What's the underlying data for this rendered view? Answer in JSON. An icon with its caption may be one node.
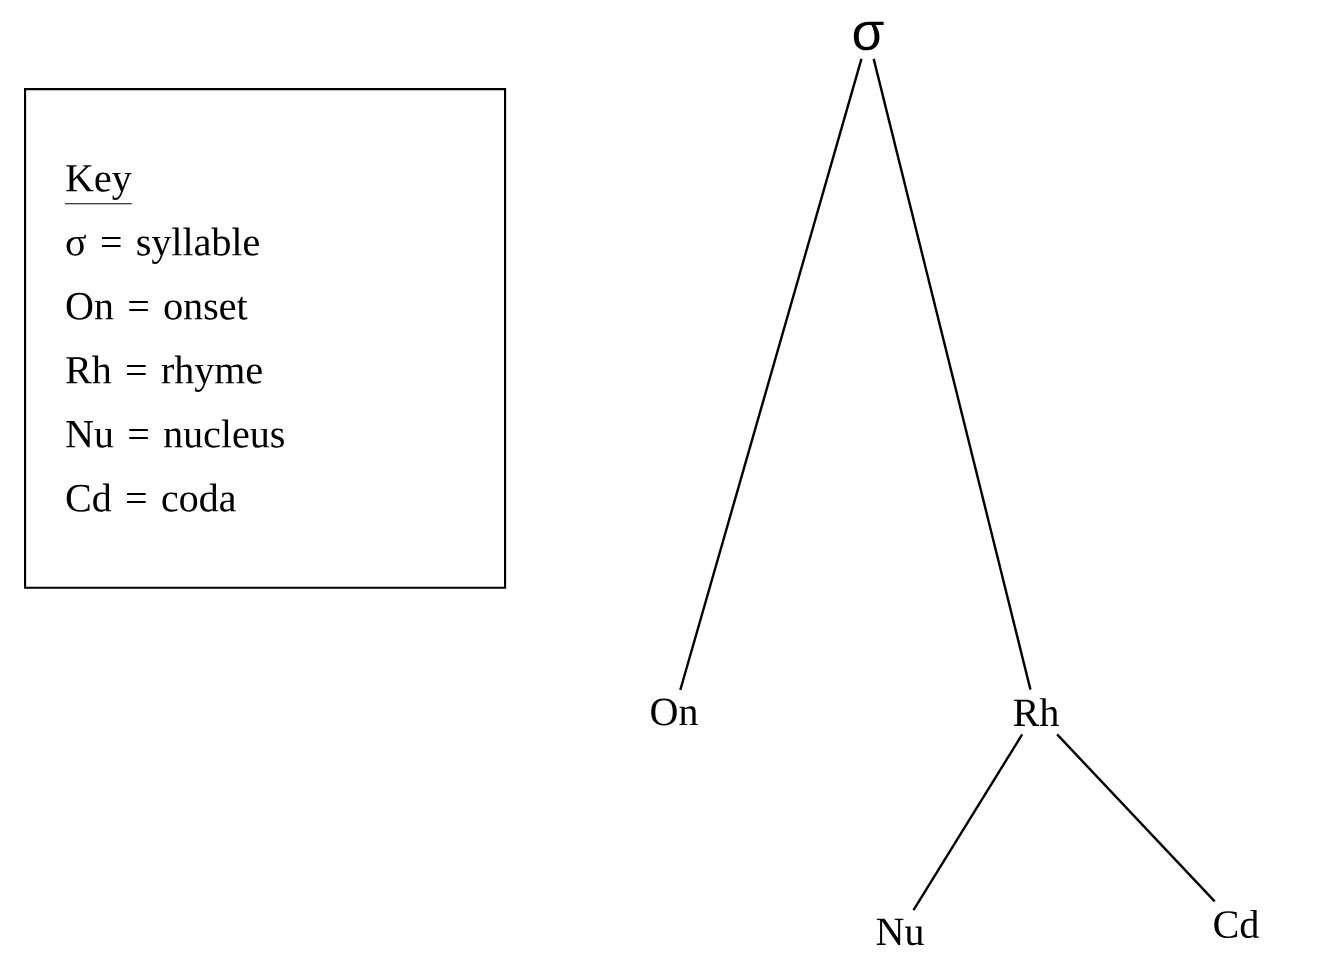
{
  "diagram": {
    "nodes": [
      {
        "text": [
          "σ"
        ]
      },
      {
        "text": [
          "On"
        ]
      },
      {
        "text": [
          "Rh"
        ]
      },
      {
        "text": [
          "Nu"
        ]
      },
      {
        "text": [
          "Cd"
        ]
      },
      {
        "text": [
          "Key",
          "σ = syllable",
          "On = onset",
          "Rh = rhyme",
          "Nu = nucleus",
          "Cd = coda"
        ]
      }
    ],
    "edges": [
      {
        "from": 0,
        "to": 1,
        "arrow": "none"
      },
      {
        "from": 0,
        "to": 2,
        "arrow": "none"
      },
      {
        "from": 2,
        "to": 3,
        "arrow": "none"
      },
      {
        "from": 2,
        "to": 4,
        "arrow": "none"
      }
    ]
  }
}
